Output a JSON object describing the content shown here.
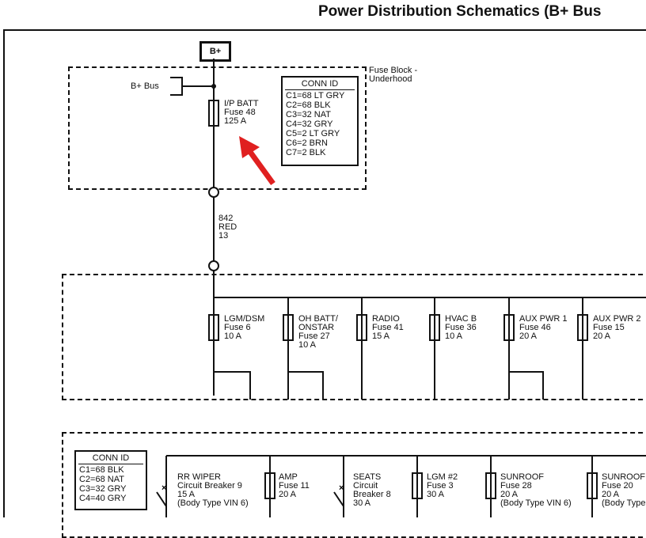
{
  "title": "Power Distribution Schematics (B+ Bus",
  "bplus_label": "B+",
  "bplus_bus_label": "B+ Bus",
  "fuse_block_label": "Fuse Block -\nUnderhood",
  "main_fuse": {
    "name": "I/P BATT",
    "fuse": "Fuse 48",
    "rating": "125 A"
  },
  "conn_id_top": {
    "header": "CONN ID",
    "lines": [
      "C1=68 LT GRY",
      "C2=68 BLK",
      "C3=32 NAT",
      "C4=32 GRY",
      "C5=2 LT GRY",
      "C6=2 BRN",
      "C7=2 BLK"
    ]
  },
  "wire_main": {
    "circuit": "842",
    "color": "RED",
    "gauge": "13"
  },
  "row1_fuses": [
    {
      "name": "LGM/DSM",
      "detail": "Fuse 6\n10 A"
    },
    {
      "name": "OH BATT/",
      "detail": "ONSTAR\nFuse 27\n10 A"
    },
    {
      "name": "RADIO",
      "detail": "Fuse 41\n15 A"
    },
    {
      "name": "HVAC B",
      "detail": "Fuse 36\n10 A"
    },
    {
      "name": "AUX PWR 1",
      "detail": "Fuse 46\n20 A"
    },
    {
      "name": "AUX PWR 2",
      "detail": "Fuse 15\n20 A"
    }
  ],
  "conn_id_bottom": {
    "header": "CONN ID",
    "lines": [
      "C1=68 BLK",
      "C2=68 NAT",
      "C3=32 GRY",
      "C4=40 GRY"
    ]
  },
  "row2_devices": [
    {
      "name": "RR WIPER",
      "detail": "Circuit Breaker 9\n15 A\n(Body Type VIN 6)"
    },
    {
      "name": "AMP",
      "detail": "Fuse 11\n20 A"
    },
    {
      "name": "SEATS",
      "detail": "Circuit\nBreaker 8\n30 A"
    },
    {
      "name": "LGM #2",
      "detail": "Fuse 3\n30 A"
    },
    {
      "name": "SUNROOF",
      "detail": "Fuse 28\n20 A\n(Body Type VIN 6)"
    },
    {
      "name": "SUNROOF",
      "detail": "Fuse 20\n20 A\n(Body Type"
    }
  ],
  "colors": {
    "ink": "#111111",
    "arrow": "#e02020",
    "background": "#ffffff"
  }
}
